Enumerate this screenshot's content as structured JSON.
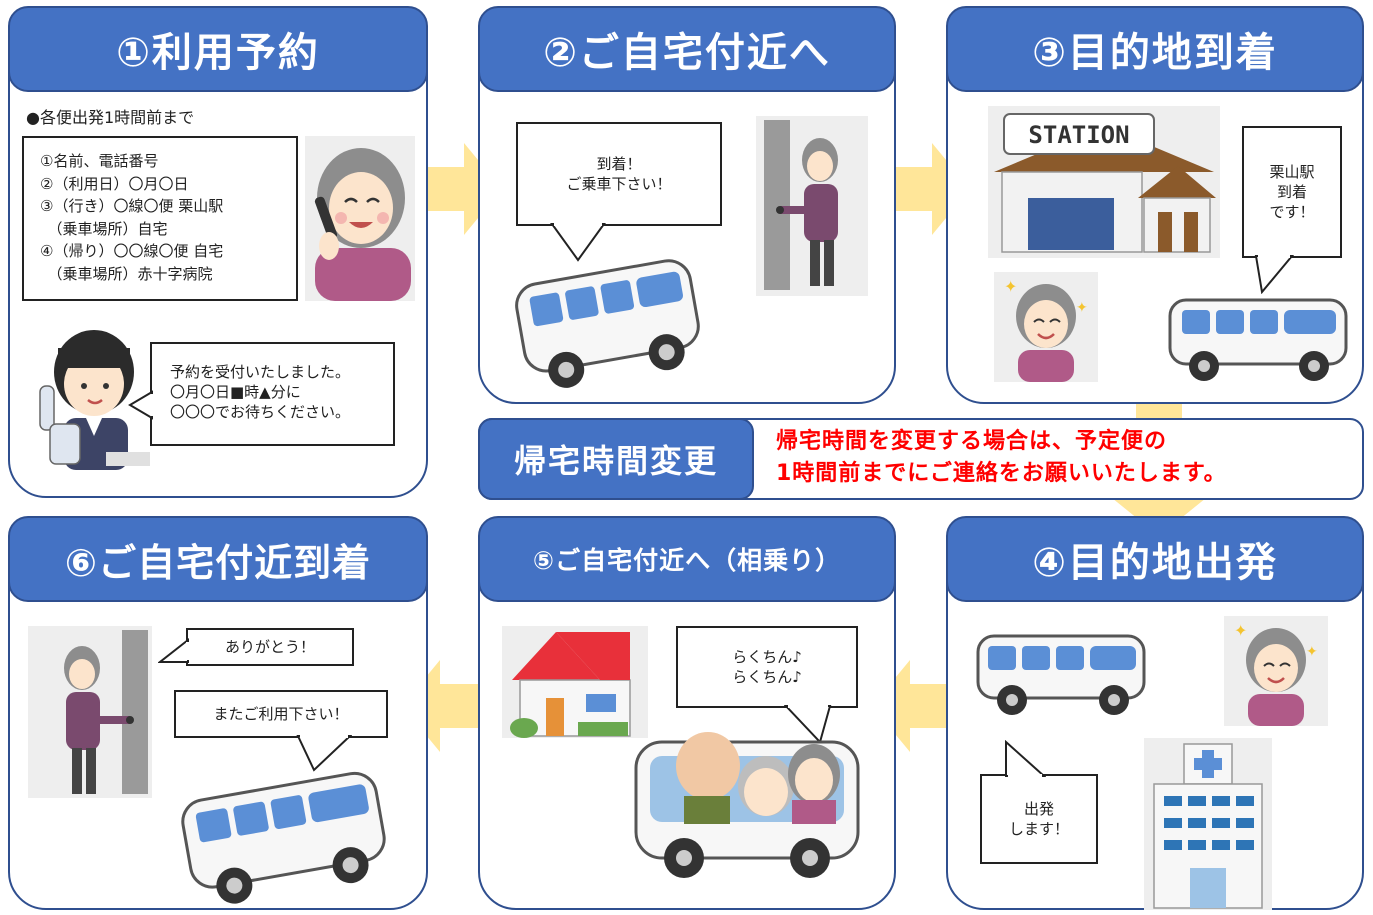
{
  "steps": {
    "s1": {
      "title": "①利用予約",
      "note": "●各便出発1時間前まで",
      "form_lines": [
        "①名前、電話番号",
        "②（利用日）〇月〇日",
        "③（行き）〇線〇便 栗山駅",
        "　（乗車場所）自宅",
        "④（帰り）〇〇線〇便 自宅",
        "　（乗車場所）赤十字病院"
      ],
      "reply_lines": [
        "予約を受付いたしました。",
        "〇月〇日■時▲分に",
        "〇〇〇でお待ちください。"
      ]
    },
    "s2": {
      "title": "②ご自宅付近へ",
      "bubble_lines": [
        "到着！",
        "ご乗車下さい！"
      ]
    },
    "s3": {
      "title": "③目的地到着",
      "station_sign": "STATION",
      "bubble_lines": [
        "栗山駅",
        "到着",
        "です！"
      ]
    },
    "s4": {
      "title": "④目的地出発",
      "bubble_lines": [
        "出発",
        "します！"
      ]
    },
    "s5": {
      "title": "⑤ご自宅付近へ（相乗り）",
      "bubble_lines": [
        "らくちん♪",
        "らくちん♪"
      ]
    },
    "s6": {
      "title": "⑥ご自宅付近到着",
      "bubble1": "ありがとう！",
      "bubble2": "またご利用下さい！"
    }
  },
  "change": {
    "label": "帰宅時間変更",
    "msg_lines": [
      "帰宅時間を変更する場合は、予定便の",
      "1時間前までにご連絡をお願いいたします。"
    ]
  },
  "colors": {
    "title_bg": "#4472c4",
    "border": "#2f4f8f",
    "arrow": "#ffe699",
    "warning": "#ff0000"
  }
}
